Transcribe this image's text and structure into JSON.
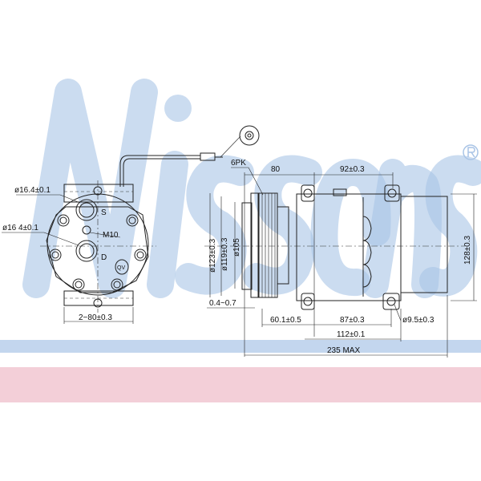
{
  "watermark": {
    "brand": "Nissens",
    "registered": "®",
    "color": "#a9c4e6"
  },
  "bands": {
    "blue": "#c3d6ee",
    "pink": "#f3cfd8"
  },
  "front_view": {
    "suction_port_dia": "ø16.4±0.1",
    "discharge_port_dia": "ø16 4±0.1",
    "suction_label": "S",
    "discharge_label": "D",
    "thread_label": "M10",
    "valve_label": "QV",
    "mount_spacing": "2−80±0.3"
  },
  "side_view": {
    "belt_label": "6PK",
    "dim_80": "80",
    "dim_92": "92±0.3",
    "dia_123": "ø123±0.3",
    "dia_119": "ø119±0.3",
    "dia_105": "ø105",
    "gap": "0.4~0.7",
    "dim_60": "60.1±0.5",
    "dim_87": "87±0.3",
    "hole_dia": "ø9.5±0.3",
    "dim_112": "112±0.1",
    "overall": "235 MAX",
    "height": "128±0.3"
  }
}
